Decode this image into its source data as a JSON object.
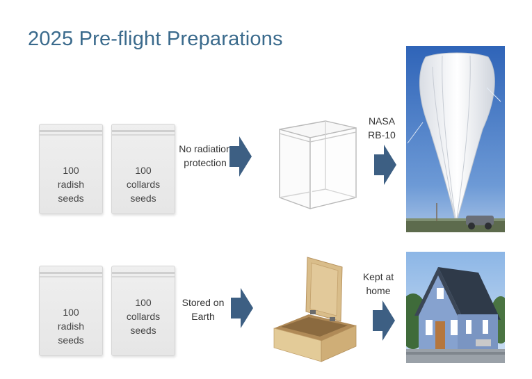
{
  "title": "2025 Pre-flight Preparations",
  "row1": {
    "bag1": {
      "line1": "100",
      "line2": "radish",
      "line3": "seeds"
    },
    "bag2": {
      "line1": "100",
      "line2": "collards",
      "line3": "seeds"
    },
    "caption1": {
      "line1": "No radiation",
      "line2": "protection"
    },
    "caption2": {
      "line1": "NASA",
      "line2": "RB-10"
    }
  },
  "row2": {
    "bag1": {
      "line1": "100",
      "line2": "radish",
      "line3": "seeds"
    },
    "bag2": {
      "line1": "100",
      "line2": "collards",
      "line3": "seeds"
    },
    "caption1": {
      "line1": "Stored on",
      "line2": "Earth"
    },
    "caption2": {
      "line1": "Kept at",
      "line2": "home"
    }
  },
  "colors": {
    "title": "#3a6a8c",
    "arrow": "#3d5f83",
    "sky": "#3a73c2",
    "house": "#7f9bc9"
  }
}
